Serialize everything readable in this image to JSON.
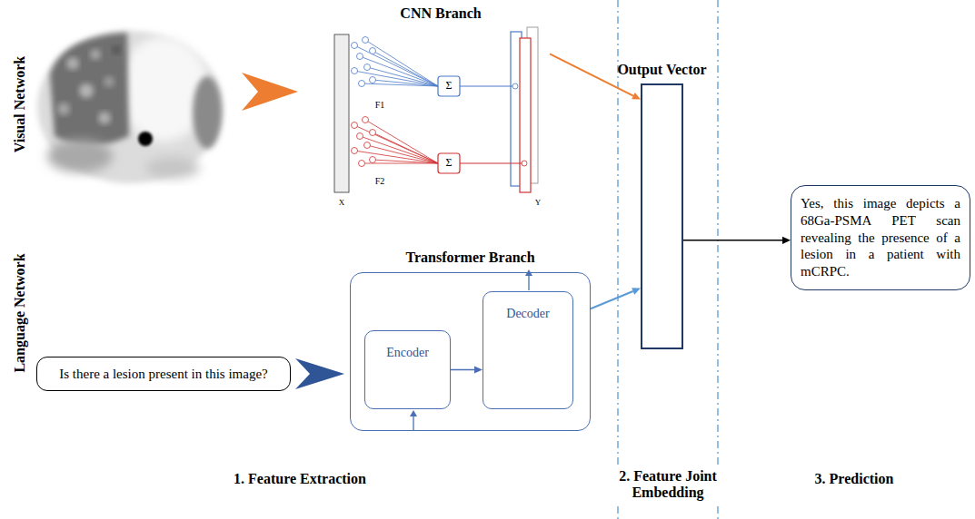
{
  "diagram": {
    "nodes": [
      {
        "text": [
          "CNN Branch"
        ]
      },
      {
        "text": [
          "Is there a lesion present in this image?"
        ]
      },
      {
        "text": [
          "Transformer Branch"
        ]
      },
      {
        "text": [
          "Encoder"
        ],
        "in": 2
      },
      {
        "text": [
          "Decoder"
        ],
        "in": 2
      },
      {
        "text": [
          "Output Vector"
        ]
      },
      {
        "text": [
          "Yes, this image depicts a 68Ga-PSMA PET scan revealing the presence of a lesion in a patient with mCRPC."
        ]
      }
    ],
    "edges": [
      {
        "from": 0,
        "to": 5,
        "arrow": "to"
      },
      {
        "from": 1,
        "to": 2,
        "arrow": "to"
      },
      {
        "from": 3,
        "to": 4,
        "arrow": "to"
      },
      {
        "from": 2,
        "to": 5,
        "arrow": "to"
      },
      {
        "from": 5,
        "to": 6,
        "arrow": "to"
      }
    ],
    "labels": [
      "Visual Network",
      "Language Network",
      "F1",
      "F2",
      "Σ",
      "Σ",
      "X",
      "Y",
      "1. Feature Extraction",
      "2. Feature Joint Embedding",
      "3. Prediction"
    ]
  }
}
